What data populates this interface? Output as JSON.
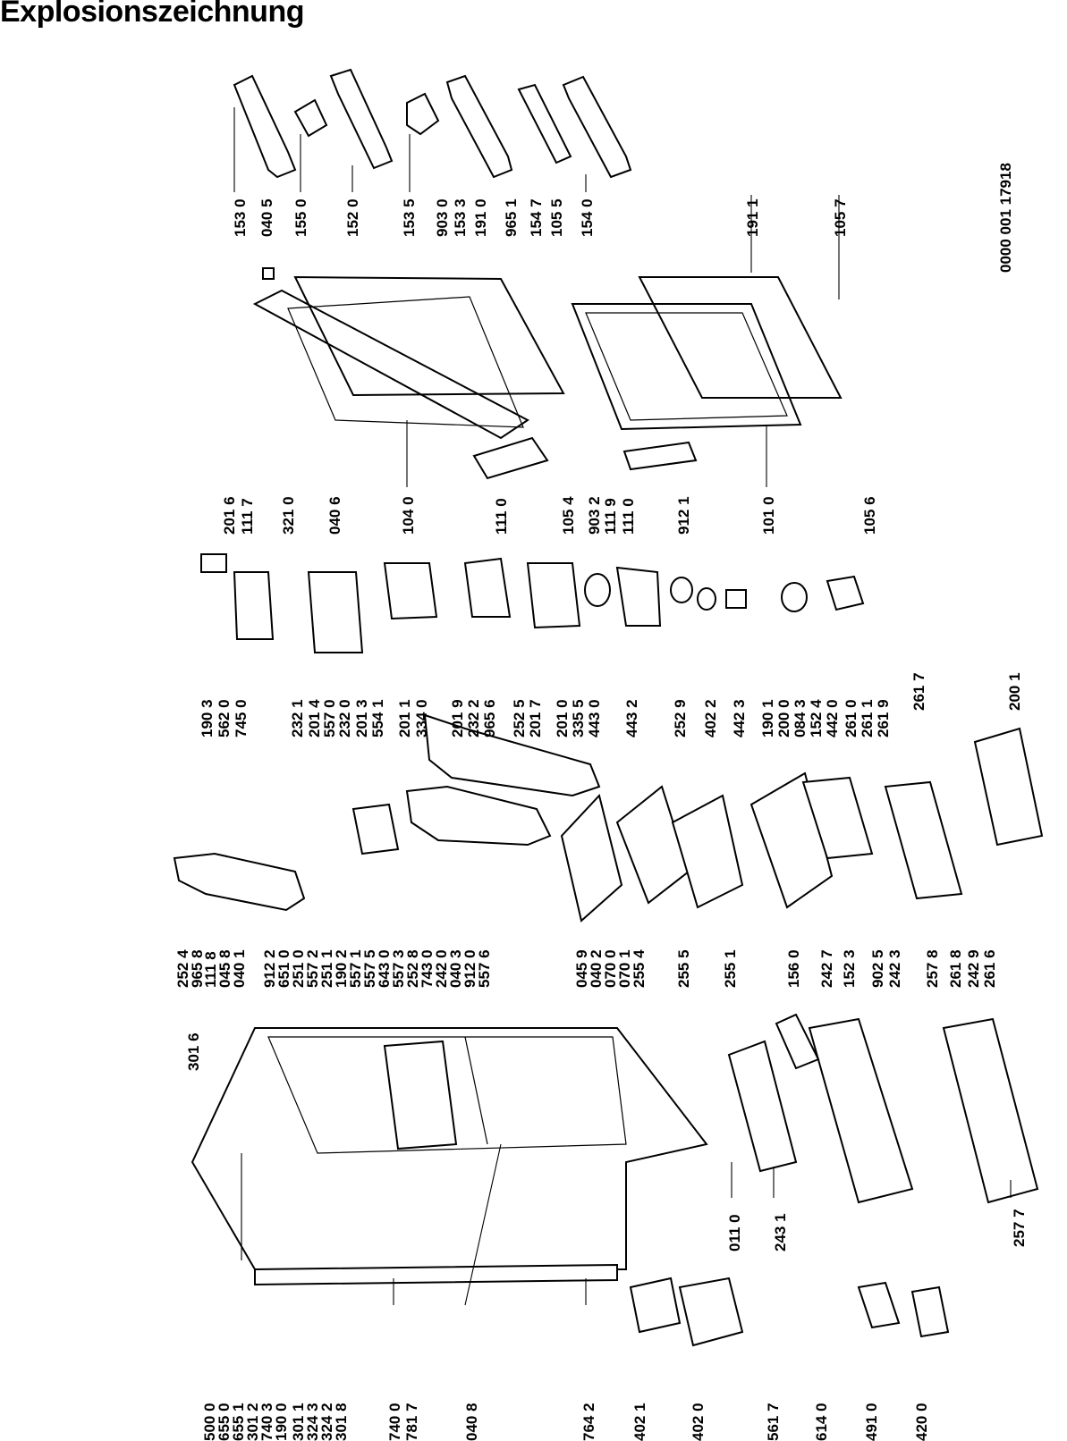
{
  "title": "Explosionszeichnung",
  "drawing_number": "0000 001 17918",
  "groups": {
    "bottom_row": [
      "500 0",
      "655 0",
      "655 1",
      "301 2",
      "740 3",
      "190 0",
      "301 1",
      "324 3",
      "324 2",
      "301 8",
      "740 0",
      "781 7",
      "040 8",
      "764 2",
      "402 1",
      "402 0",
      "561 7",
      "614 0",
      "491 0",
      "420 0"
    ],
    "cabinet_side": [
      "301 6",
      "011 0",
      "243 1"
    ],
    "column_a": [
      "252 4",
      "965 8",
      "111 8",
      "045 8",
      "040 1",
      "912 2",
      "651 0",
      "251 0",
      "557 2",
      "251 1",
      "190 2",
      "557 1",
      "557 5",
      "643 0",
      "557 3",
      "252 8",
      "743 0",
      "242 0",
      "040 3",
      "912 0",
      "557 6",
      "045 9",
      "040 2",
      "070 0",
      "070 1",
      "255 4",
      "255 5",
      "255 1",
      "156 0",
      "242 7",
      "152 3",
      "902 5",
      "242 3",
      "257 8",
      "261 8",
      "242 9",
      "261 6",
      "257 7"
    ],
    "column_b": [
      "190 3",
      "562 0",
      "745 0",
      "232 1",
      "201 4",
      "557 0",
      "232 0",
      "201 3",
      "554 1",
      "201 1",
      "334 0",
      "201 9",
      "232 2",
      "965 6",
      "252 5",
      "201 7",
      "201 0",
      "335 5",
      "443 0",
      "443 2",
      "252 9",
      "402 2",
      "442 3",
      "190 1",
      "200 0",
      "084 3",
      "152 4",
      "442 0",
      "261 0",
      "261 1",
      "261 9",
      "261 7",
      "200 1"
    ],
    "column_c": [
      "201 6",
      "111 7",
      "321 0",
      "040 6",
      "104 0",
      "111 0",
      "105 4",
      "903 2",
      "111 9",
      "111 0",
      "912 1",
      "101 0",
      "105 6"
    ],
    "top_row": [
      "153 0",
      "040 5",
      "155 0",
      "152 0",
      "153 5",
      "903 0",
      "153 3",
      "191 0",
      "965 1",
      "154 7",
      "105 5",
      "154 0",
      "191 1",
      "105 7"
    ]
  }
}
